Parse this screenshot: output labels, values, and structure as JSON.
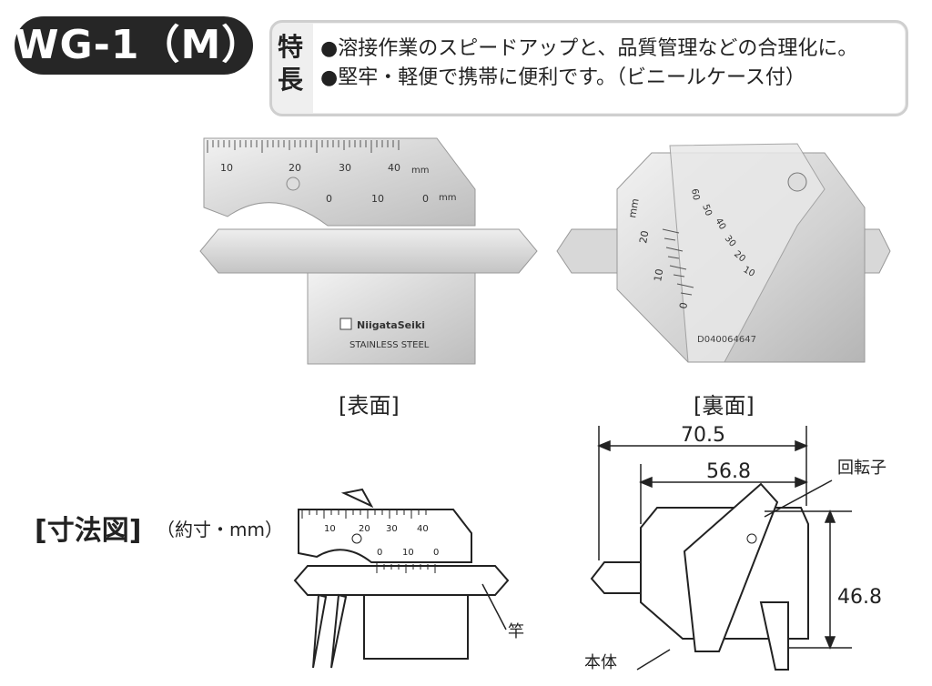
{
  "title": "WG-1（M）",
  "features": {
    "label_line1": "特",
    "label_line2": "長",
    "items": [
      "●溶接作業のスピードアップと、品質管理などの合理化に。",
      "●堅牢・軽便で携帯に便利です。（ビニールケース付）"
    ]
  },
  "photos": {
    "front_caption": "[表面]",
    "back_caption": "[裏面]",
    "front_scale_top": [
      "10",
      "20",
      "30",
      "40",
      "mm"
    ],
    "front_scale_lower": [
      "0",
      "10",
      "0",
      "mm"
    ],
    "front_brand": "NiigataSeiki",
    "front_material": "STAINLESS STEEL",
    "back_serial": "D040064647",
    "back_mm": "mm",
    "back_scale": [
      "20",
      "10",
      "0"
    ],
    "back_angles": [
      "60",
      "50",
      "40",
      "30",
      "20",
      "10"
    ]
  },
  "dimension_section": {
    "title": "[寸法図]",
    "note": "（約寸・mm）",
    "dims": [
      "70.5",
      "56.8",
      "46.8"
    ],
    "parts": [
      "回転子",
      "竿",
      "本体"
    ],
    "drawing_scale_top": [
      "10",
      "20",
      "30",
      "40"
    ],
    "drawing_scale_lower": [
      "0",
      "10",
      "0"
    ]
  },
  "colors": {
    "badge": "#262626",
    "steel_light": "#e3e3e3",
    "steel_dark": "#b8b8b8",
    "box_border": "#cfcfcf"
  }
}
